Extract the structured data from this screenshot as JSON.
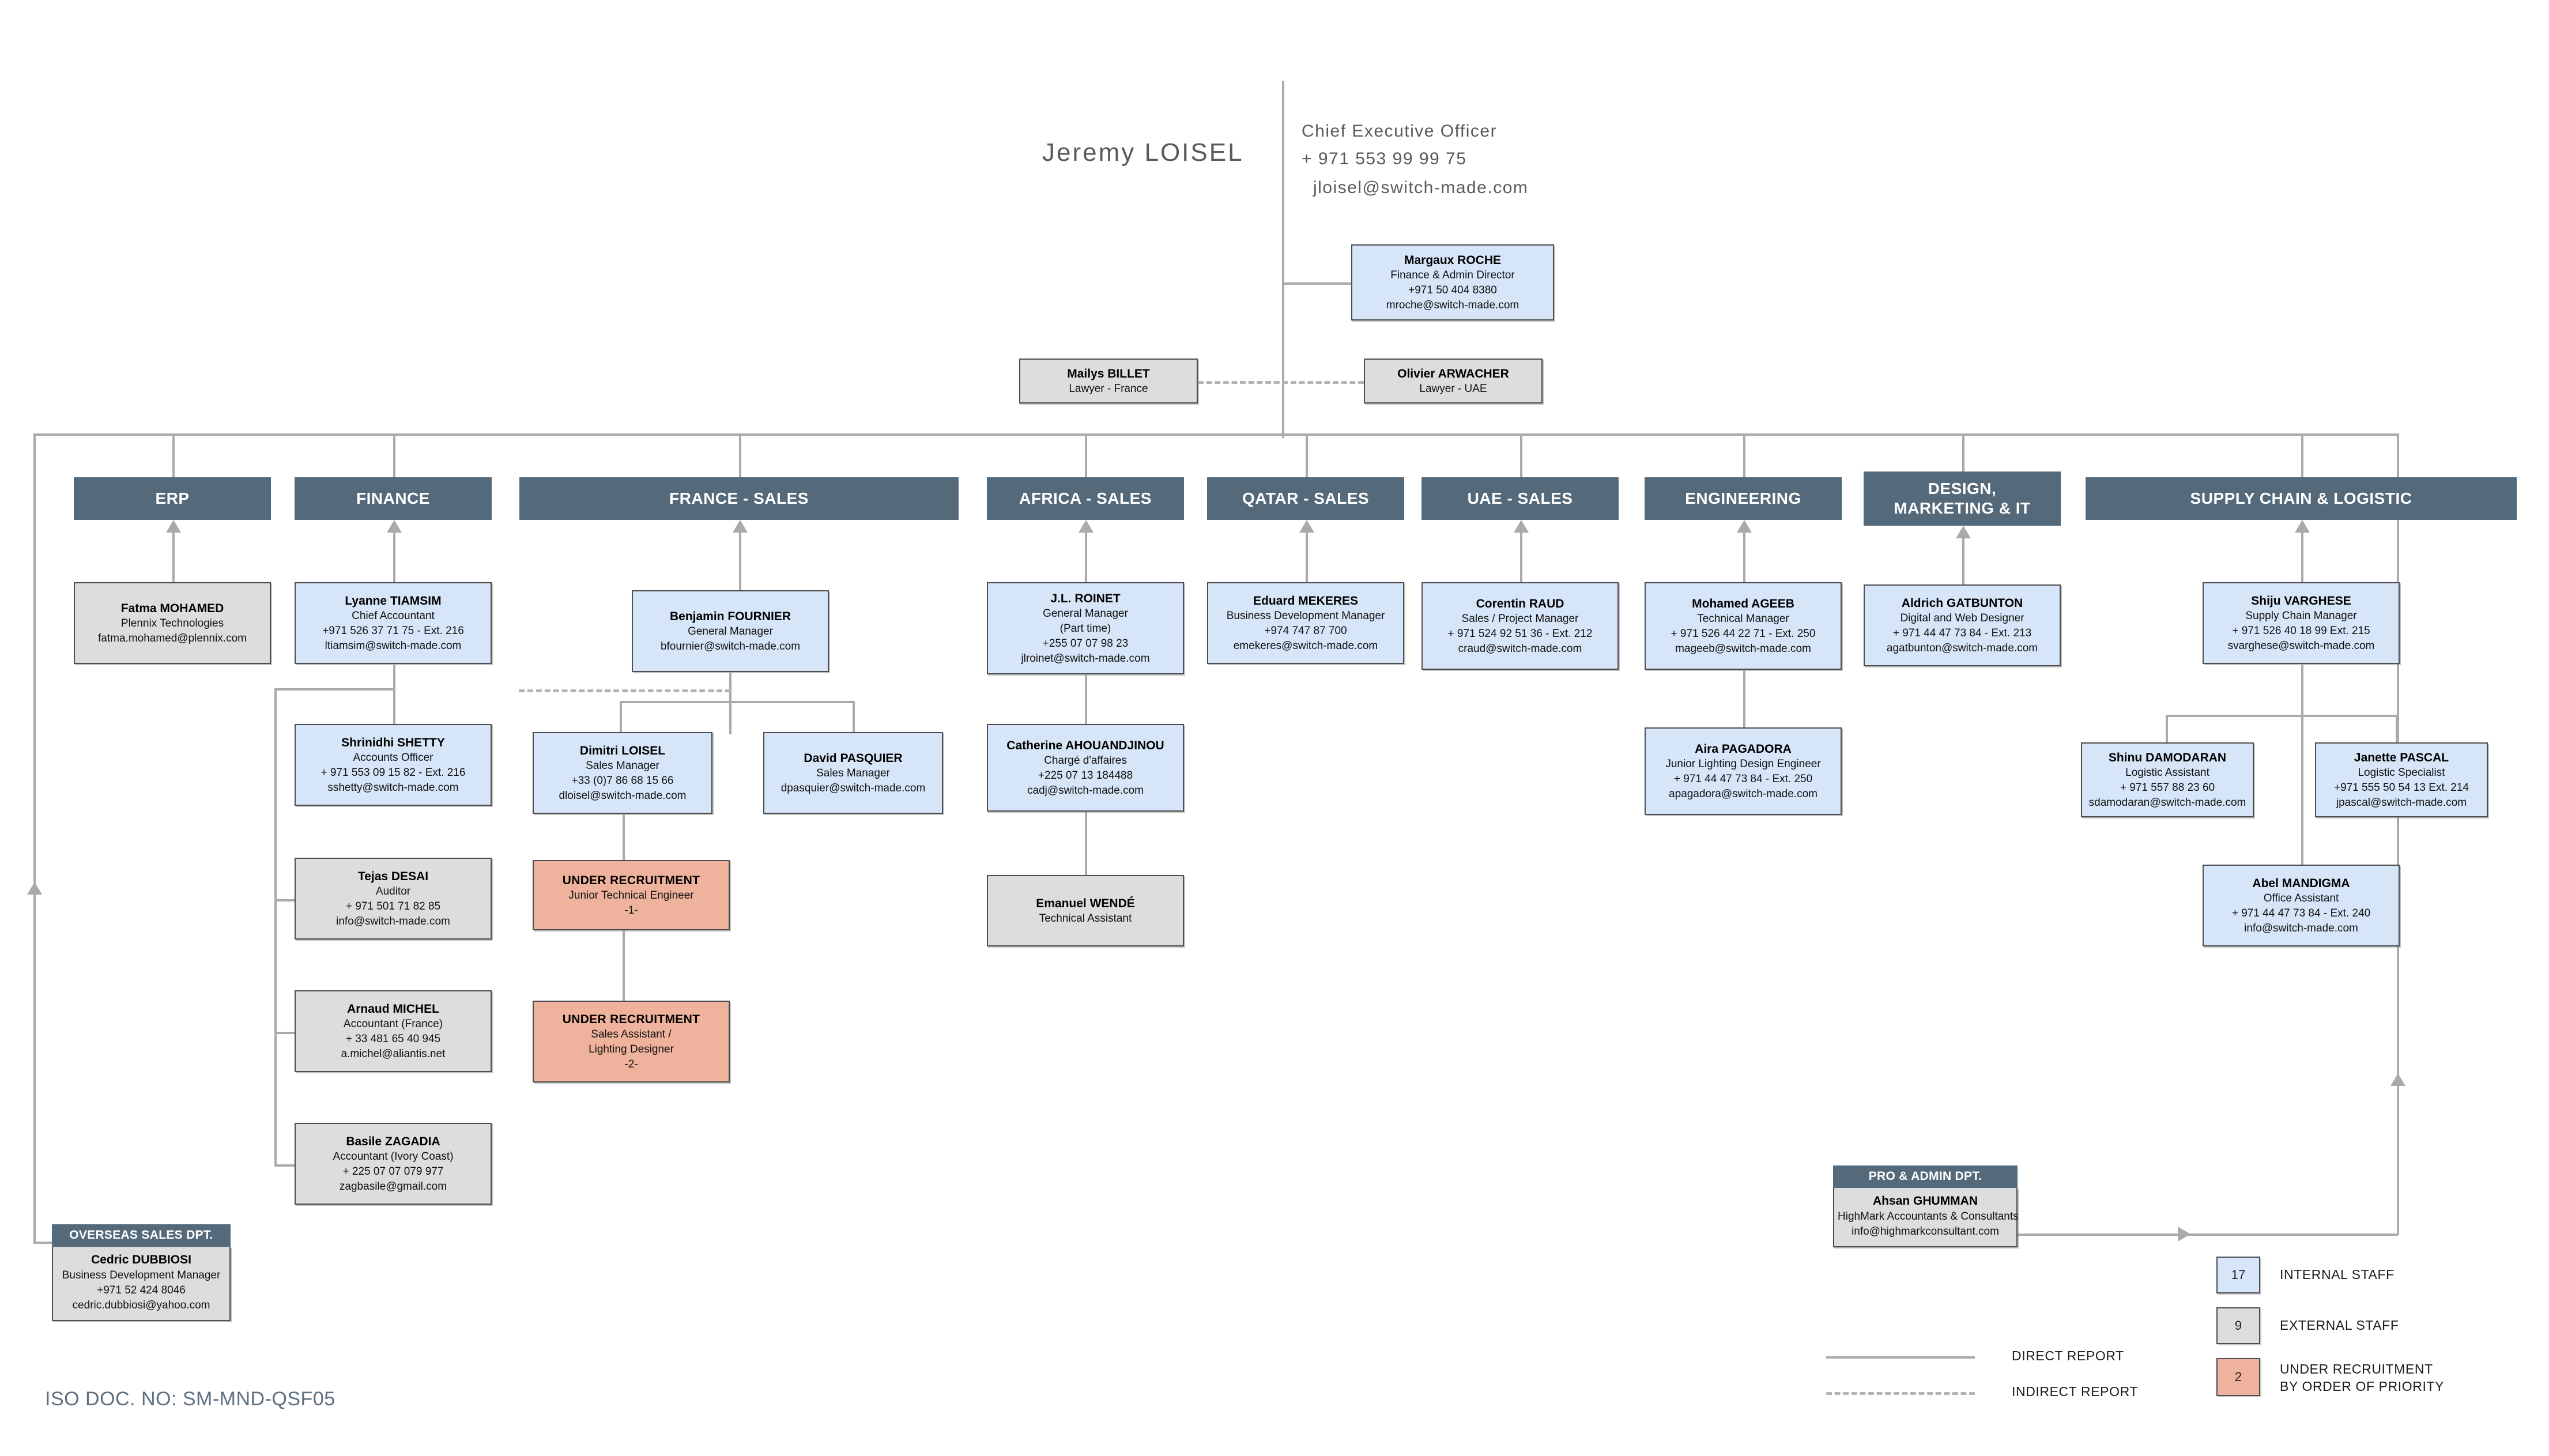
{
  "document": {
    "iso_doc": "ISO DOC. NO: SM-MND-QSF05"
  },
  "ceo": {
    "name": "Jeremy LOISEL",
    "title": "Chief Executive Officer",
    "phone": "+ 971 553 99 99 75",
    "email": "jloisel@switch-made.com"
  },
  "staff_boxes": {
    "roche": {
      "name": "Margaux ROCHE",
      "role": "Finance & Admin Director",
      "phone": "+971 50 404 8380",
      "email": "mroche@switch-made.com"
    },
    "billet": {
      "name": "Mailys BILLET",
      "role": "Lawyer - France"
    },
    "arwacher": {
      "name": "Olivier ARWACHER",
      "role": "Lawyer - UAE"
    }
  },
  "departments": [
    {
      "id": "erp",
      "label": "ERP"
    },
    {
      "id": "finance",
      "label": "FINANCE"
    },
    {
      "id": "france",
      "label": "FRANCE - SALES"
    },
    {
      "id": "africa",
      "label": "AFRICA - SALES"
    },
    {
      "id": "qatar",
      "label": "QATAR - SALES"
    },
    {
      "id": "uae",
      "label": "UAE - SALES"
    },
    {
      "id": "engineering",
      "label": "ENGINEERING"
    },
    {
      "id": "design",
      "label": "DESIGN,\nMARKETING & IT"
    },
    {
      "id": "supply",
      "label": "SUPPLY CHAIN & LOGISTIC"
    }
  ],
  "people": {
    "fatma": {
      "name": "Fatma MOHAMED",
      "role": "Plennix Technologies",
      "email": "fatma.mohamed@plennix.com",
      "type": "external"
    },
    "lyanne": {
      "name": "Lyanne TIAMSIM",
      "role": "Chief Accountant",
      "phone": "+971 526 37 71 75  - Ext. 216",
      "email": "ltiamsim@switch-made.com",
      "type": "internal"
    },
    "shrinidhi": {
      "name": "Shrinidhi SHETTY",
      "role": "Accounts Officer",
      "phone": "+ 971 553 09 15 82  - Ext. 216",
      "email": "sshetty@switch-made.com",
      "type": "internal"
    },
    "tejas": {
      "name": "Tejas DESAI",
      "role": "Auditor",
      "phone": "+ 971 501 71 82 85",
      "email": "info@switch-made.com",
      "type": "external"
    },
    "arnaud": {
      "name": "Arnaud MICHEL",
      "role": "Accountant (France)",
      "phone": "+ 33 481 65 40 945",
      "email": "a.michel@aliantis.net",
      "type": "external"
    },
    "basile": {
      "name": "Basile ZAGADIA",
      "role": "Accountant (Ivory Coast)",
      "phone": "+ 225 07 07 079 977",
      "email": "zagbasile@gmail.com",
      "type": "external"
    },
    "benjamin": {
      "name": "Benjamin FOURNIER",
      "role": "General Manager",
      "email": "bfournier@switch-made.com",
      "type": "internal"
    },
    "dimitri": {
      "name": "Dimitri LOISEL",
      "role": "Sales Manager",
      "phone": "+33 (0)7 86 68 15 66",
      "email": "dloisel@switch-made.com",
      "type": "internal"
    },
    "david": {
      "name": "David PASQUIER",
      "role": "Sales Manager",
      "email": "dpasquier@switch-made.com",
      "type": "internal"
    },
    "recruit1": {
      "name": "UNDER RECRUITMENT",
      "role": "Junior Technical Engineer",
      "priority": "-1-",
      "type": "recruit"
    },
    "recruit2": {
      "name": "UNDER RECRUITMENT",
      "role": "Sales Assistant /",
      "role2": "Lighting Designer",
      "priority": "-2-",
      "type": "recruit"
    },
    "roinet": {
      "name": "J.L. ROINET",
      "role": "General Manager",
      "role2": "(Part time)",
      "phone": "+255 07 07 98 23",
      "email": "jlroinet@switch-made.com",
      "type": "internal"
    },
    "catherine": {
      "name": "Catherine AHOUANDJINOU",
      "role": "Chargé d'affaires",
      "phone": "+225 07 13 184488",
      "email": "cadj@switch-made.com",
      "type": "internal"
    },
    "emanuel": {
      "name": "Emanuel WENDÉ",
      "role": "Technical Assistant",
      "type": "external"
    },
    "eduard": {
      "name": "Eduard MEKERES",
      "role": "Business Development Manager",
      "phone": "+974 747 87 700",
      "email": "emekeres@switch-made.com",
      "type": "internal"
    },
    "corentin": {
      "name": "Corentin RAUD",
      "role": "Sales / Project Manager",
      "phone": "+ 971 524 92 51 36  - Ext. 212",
      "email": "craud@switch-made.com",
      "type": "internal"
    },
    "mohamed": {
      "name": "Mohamed AGEEB",
      "role": "Technical Manager",
      "phone": "+ 971 526 44 22 71 - Ext. 250",
      "email": "mageeb@switch-made.com",
      "type": "internal"
    },
    "aira": {
      "name": "Aira PAGADORA",
      "role": "Junior Lighting Design Engineer",
      "phone": "+ 971 44 47 73 84 - Ext. 250",
      "email": "apagadora@switch-made.com",
      "type": "internal"
    },
    "aldrich": {
      "name": "Aldrich GATBUNTON",
      "role": "Digital and Web Designer",
      "phone": "+ 971 44 47 73 84 - Ext. 213",
      "email": "agatbunton@switch-made.com",
      "type": "internal"
    },
    "shiju": {
      "name": "Shiju VARGHESE",
      "role": "Supply Chain Manager",
      "phone": "+ 971 526 40 18 99  Ext. 215",
      "email": "svarghese@switch-made.com",
      "type": "internal"
    },
    "shinu": {
      "name": "Shinu DAMODARAN",
      "role": "Logistic Assistant",
      "phone": "+ 971 557 88 23 60",
      "email": "sdamodaran@switch-made.com",
      "type": "internal"
    },
    "janette": {
      "name": "Janette PASCAL",
      "role": "Logistic Specialist",
      "phone": "+971 555 50 54 13  Ext. 214",
      "email": "jpascal@switch-made.com",
      "type": "internal"
    },
    "abel": {
      "name": "Abel MANDIGMA",
      "role": "Office Assistant",
      "phone": "+ 971 44 47 73 84 - Ext. 240",
      "email": "info@switch-made.com",
      "type": "internal"
    }
  },
  "groups": {
    "overseas": {
      "header": "OVERSEAS SALES DPT.",
      "name": "Cedric DUBBIOSI",
      "role": "Business Development Manager",
      "phone": "+971 52 424 8046",
      "email": "cedric.dubbiosi@yahoo.com"
    },
    "pro_admin": {
      "header": "PRO & ADMIN DPT.",
      "name": "Ahsan GHUMMAN",
      "role": "HighMark Accountants & Consultants",
      "email": "info@highmarkconsultant.com"
    }
  },
  "legend": {
    "direct_report": "DIRECT REPORT",
    "indirect_report": "INDIRECT REPORT",
    "counts": [
      {
        "value": "17",
        "label": "INTERNAL STAFF",
        "color": "#d6e5f8"
      },
      {
        "value": "9",
        "label": "EXTERNAL STAFF",
        "color": "#dcdddf"
      },
      {
        "value": "2",
        "label": "UNDER RECRUITMENT\nBY ORDER OF PRIORITY",
        "color": "#efb29c"
      }
    ]
  },
  "colors": {
    "dept_header": "#546a7b",
    "internal": "#d6e5f8",
    "external": "#dcdddf",
    "recruit": "#efb29c",
    "line": "#a9aaac",
    "iso_text": "#5d6f80"
  }
}
